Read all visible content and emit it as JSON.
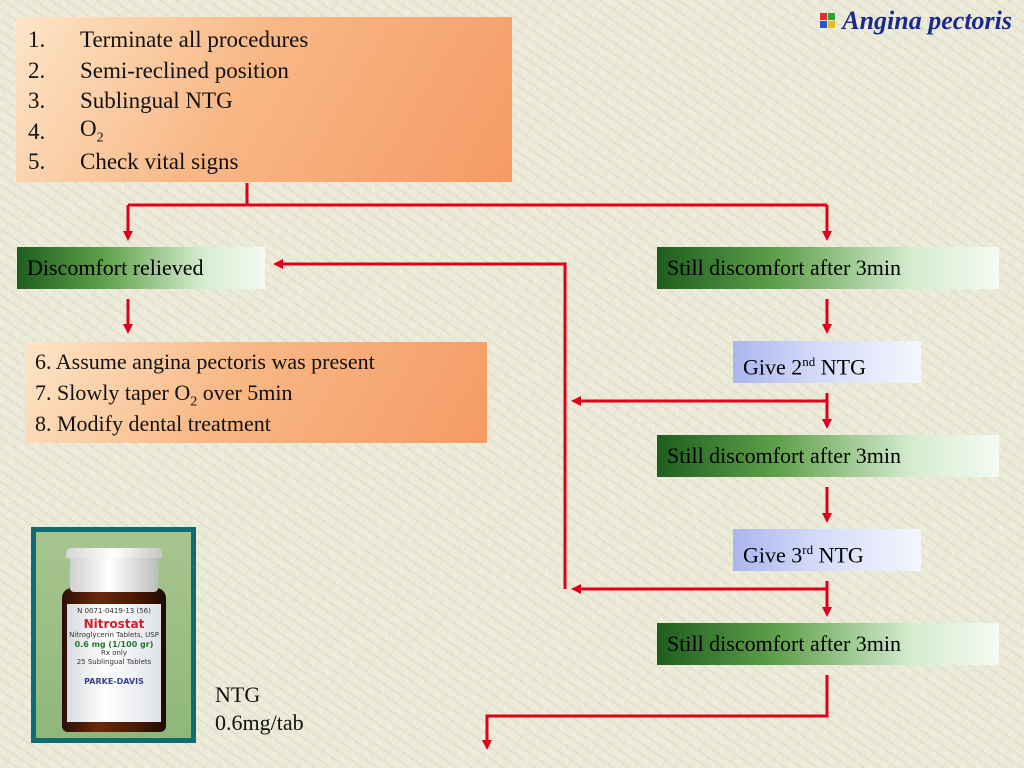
{
  "title": "Angina pectoris",
  "steps": [
    {
      "num": "1.",
      "text": "Terminate all procedures"
    },
    {
      "num": "2.",
      "text": "Semi-reclined position"
    },
    {
      "num": "3.",
      "text": "Sublingual NTG"
    },
    {
      "num": "4.",
      "text": "O",
      "sub": "2"
    },
    {
      "num": "5.",
      "text": "Check vital signs"
    }
  ],
  "relieved": "Discomfort relieved",
  "outcome": {
    "line1": "6. Assume angina pectoris was present",
    "line2_pre": "7. Slowly taper O",
    "line2_sub": "2",
    "line2_post": " over 5min",
    "line3": "8. Modify dental treatment"
  },
  "still": [
    "Still discomfort after 3min",
    "Still discomfort after 3min",
    "Still discomfort after 3min"
  ],
  "give2": {
    "pre": "Give 2",
    "sup": "nd",
    "post": " NTG"
  },
  "give3": {
    "pre": "Give 3",
    "sup": "rd",
    "post": " NTG"
  },
  "photo_label": {
    "code": "N 0071-0419-13 (56)",
    "brand": "Nitrostat",
    "generic": "Nitroglycerin Tablets, USP",
    "dose": "0.6 mg (1/100 gr)",
    "rx": "Rx only",
    "count": "25 Sublingual Tablets",
    "maker": "PARKE-DAVIS"
  },
  "caption": {
    "line1": "NTG",
    "line2": "0.6mg/tab"
  },
  "colors": {
    "arrow": "#e0001a",
    "title": "#1a2a8c"
  }
}
